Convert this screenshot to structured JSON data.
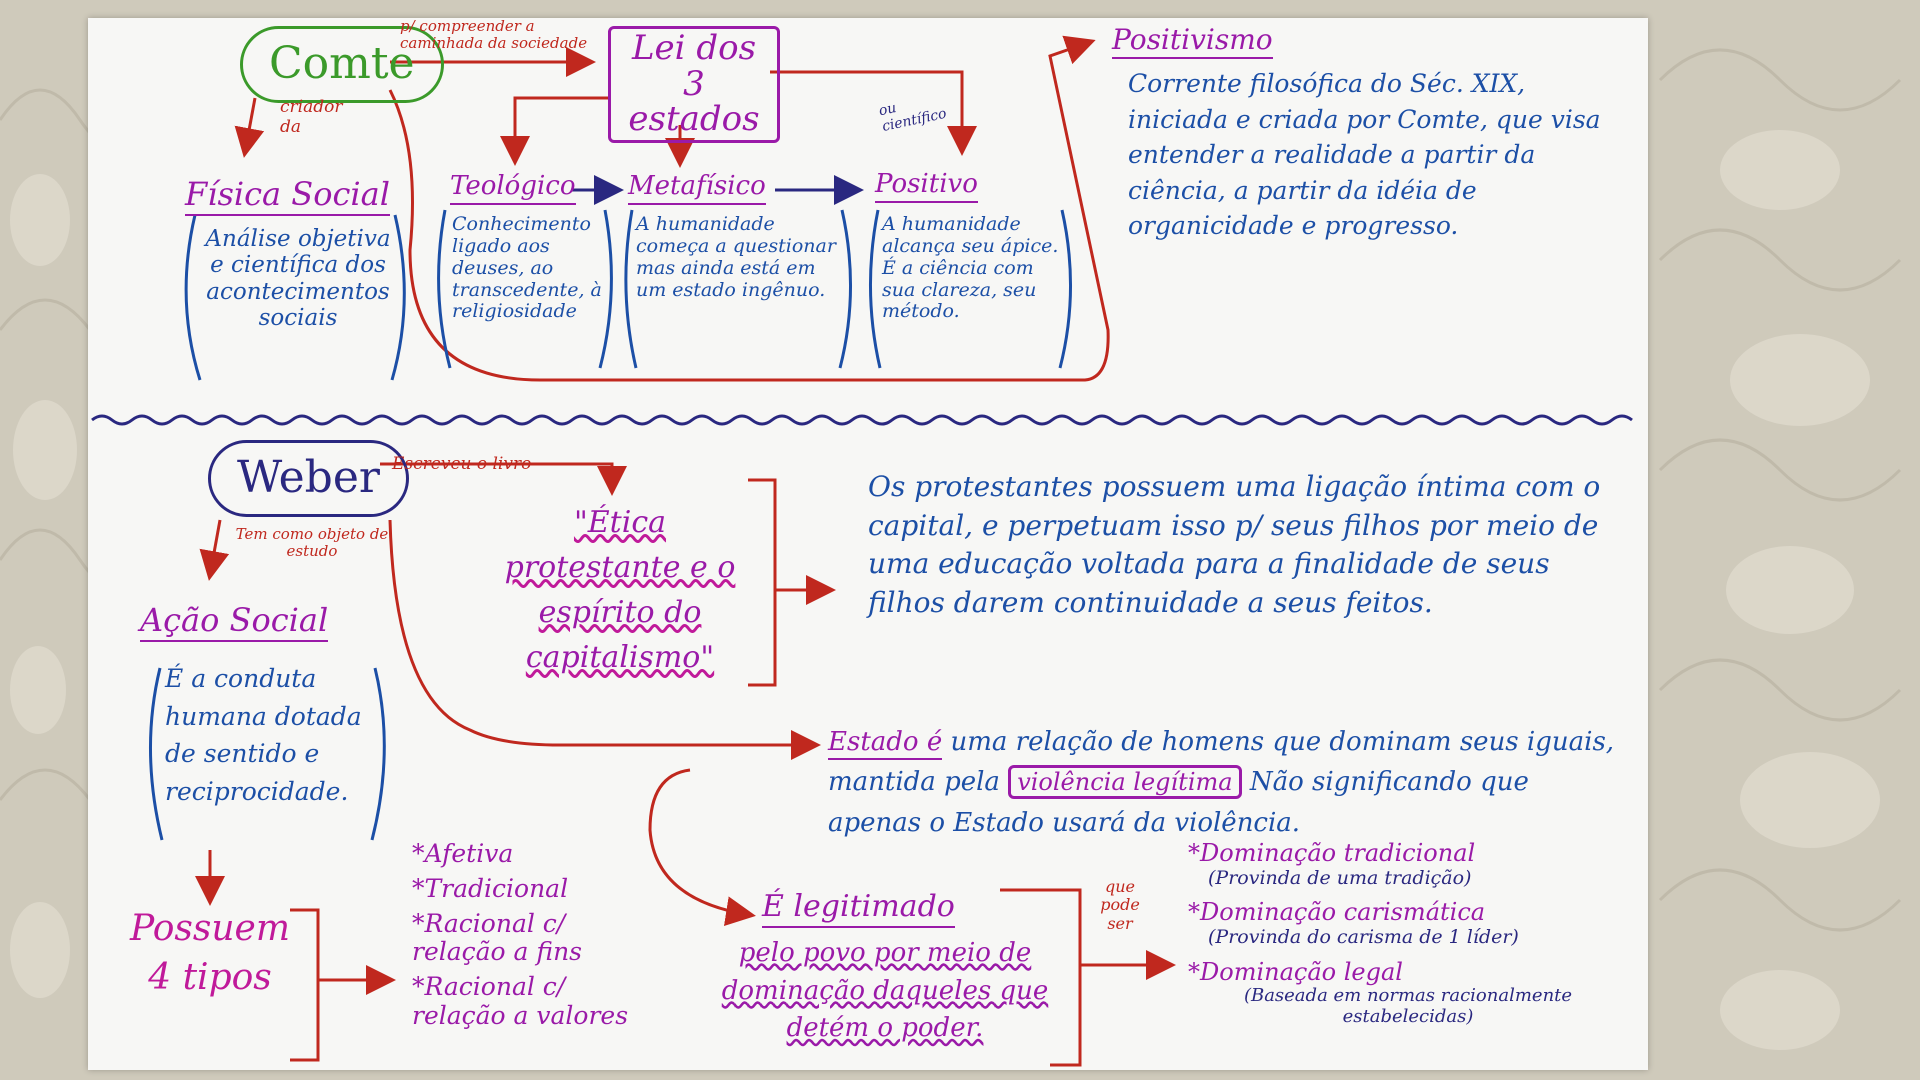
{
  "comte": {
    "name": "Comte",
    "label_to_lei": "p/ compreender a caminhada da sociedade",
    "label_criador": "criador da",
    "lei_title": "Lei dos 3 estados",
    "label_ou_cientifico": "ou científico",
    "fisica_social": {
      "title": "Física Social",
      "text": "Análise objetiva e científica dos acontecimentos sociais"
    },
    "teologico": {
      "title": "Teológico",
      "text": "Conhecimento ligado aos deuses, ao transcedente, à religiosidade"
    },
    "metafisico": {
      "title": "Metafísico",
      "text": "A humanidade começa a questionar mas ainda está em um estado ingênuo."
    },
    "positivo": {
      "title": "Positivo",
      "text": "A humanidade alcança seu ápice. É a ciência com sua clareza, seu método."
    },
    "positivismo": {
      "title": "Positivismo",
      "text": "Corrente filosófica do Séc. XIX, iniciada e criada por Comte, que visa entender a realidade a partir da ciência, a partir da idéia de organicidade e progresso."
    }
  },
  "weber": {
    "name": "Weber",
    "label_escreveu": "Escreveu o livro",
    "label_objeto": "Tem como objeto de estudo",
    "livro": "\"Ética protestante e o espírito do capitalismo\"",
    "protestantes_text": "Os protestantes possuem uma ligação íntima com o capital, e perpetuam isso p/ seus filhos por meio de uma educação voltada para a finalidade de seus filhos darem continuidade a seus feitos.",
    "acao_social": {
      "title": "Ação Social",
      "text": "É a conduta humana dotada de sentido e reciprocidade."
    },
    "possuem": "Possuem 4 tipos",
    "tipos": [
      "*Afetiva",
      "*Tradicional",
      "*Racional c/ relação a fins",
      "*Racional c/ relação a valores"
    ],
    "estado": {
      "title": "Estado é",
      "text_1": "uma relação de homens que dominam seus iguais, mantida pela",
      "violencia": "violência legítima",
      "text_2": "Não significando que apenas o Estado usará da violência."
    },
    "legitimado": {
      "title": "É legitimado",
      "text": "pelo povo por meio de dominação daqueles que detém o poder."
    },
    "label_pode_ser": "que pode ser",
    "dominacoes": [
      {
        "title": "*Dominação tradicional",
        "desc": "(Provinda de uma tradição)"
      },
      {
        "title": "*Dominação carismática",
        "desc": "(Provinda do carisma de 1 líder)"
      },
      {
        "title": "*Dominação legal",
        "desc": "(Baseada em normas racionalmente estabelecidas)"
      }
    ]
  },
  "colors": {
    "ink_blue": "#1c4fa6",
    "ink_purple": "#9a1aa8",
    "ink_red": "#c0281e",
    "ink_green": "#3b9a2a",
    "ink_magenta": "#c01a9a",
    "paper": "#f7f7f5",
    "bedspread": "#cfcabb"
  }
}
